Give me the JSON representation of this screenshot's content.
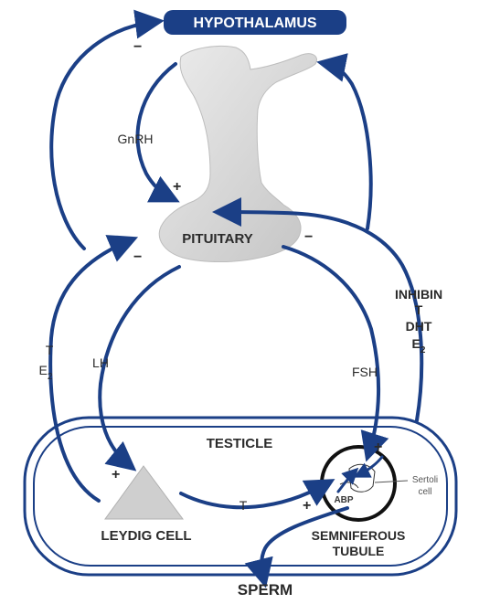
{
  "labels": {
    "hypothalamus": "HYPOTHALAMUS",
    "gnrh": "GnRH",
    "pituitary": "PITUITARY",
    "lh": "LH",
    "fsh": "FSH",
    "t_left": "T",
    "e2_left_base": "E",
    "e2_left_sub": "2",
    "inhibin": "INHIBIN",
    "inhibin_t": "T",
    "dht": "DHT",
    "e2_right_base": "E",
    "e2_right_sub": "2",
    "testicle": "TESTICLE",
    "leydig_cell": "LEYDIG CELL",
    "t_bottom": "T",
    "abp": "ABP",
    "sertoli_line1": "Sertoli",
    "sertoli_line2": "cell",
    "seminiferous_line1": "SEMNIFEROUS",
    "seminiferous_line2": "TUBULE",
    "sperm": "SPERM"
  },
  "signs": {
    "hypo_minus": "−",
    "gnrh_plus": "+",
    "pit_left_minus": "−",
    "pit_right_minus": "−",
    "leydig_plus": "+",
    "tubule_plus_top": "+",
    "tubule_plus_left": "+"
  },
  "colors": {
    "arrow": "#1b3f86",
    "hypothalamus_bg": "#1b3f86",
    "hypothalamus_text": "#ffffff",
    "gland_fill": "#d9d9d9"
  }
}
